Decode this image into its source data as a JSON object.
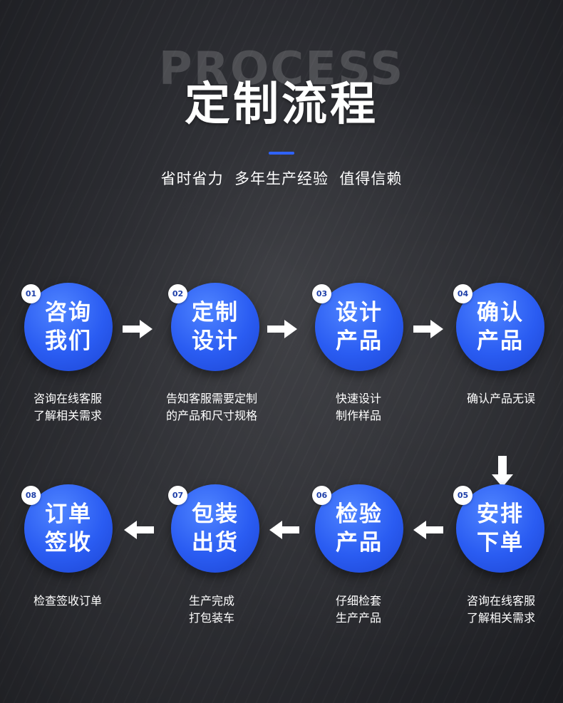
{
  "header": {
    "watermark": "PROCESS",
    "title": "定制流程",
    "subtitle": "省时省力  多年生产经验  值得信赖"
  },
  "steps": [
    {
      "num": "01",
      "label": "咨询我们",
      "desc": "咨询在线客服\n了解相关需求"
    },
    {
      "num": "02",
      "label": "定制设计",
      "desc": "告知客服需要定制\n的产品和尺寸规格"
    },
    {
      "num": "03",
      "label": "设计产品",
      "desc": "快速设计\n制作样品"
    },
    {
      "num": "04",
      "label": "确认产品",
      "desc": "确认产品无误"
    },
    {
      "num": "05",
      "label": "安排下单",
      "desc": "咨询在线客服\n了解相关需求"
    },
    {
      "num": "06",
      "label": "检验产品",
      "desc": "仔细检套\n生产产品"
    },
    {
      "num": "07",
      "label": "包装出货",
      "desc": "生产完成\n打包装车"
    },
    {
      "num": "08",
      "label": "订单签收",
      "desc": "检查签收订单"
    }
  ],
  "colors": {
    "accent": "#2f63ff",
    "circle": "#2a5cf2",
    "arrow": "#ffffff"
  },
  "icons": {
    "flow_right": "arrow-right-icon",
    "flow_left": "arrow-left-icon",
    "flow_down": "arrow-down-icon"
  }
}
